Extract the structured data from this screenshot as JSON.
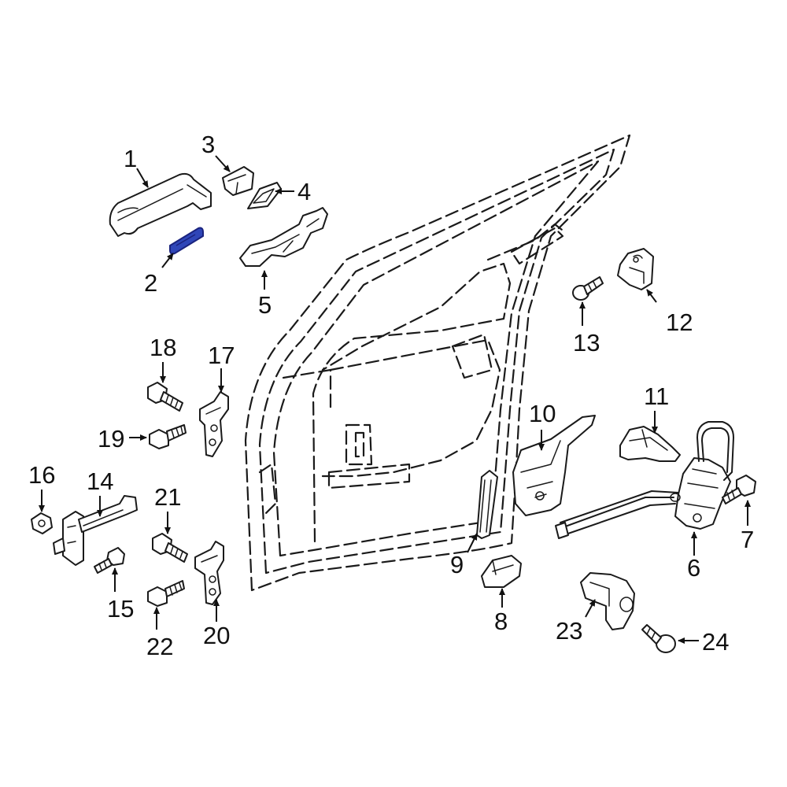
{
  "colors": {
    "line": "#1a1a1a",
    "highlight_fill": "#2f46b8",
    "highlight_stroke": "#1a237e",
    "background": "#ffffff"
  },
  "highlighted_part": "2",
  "callouts": {
    "c1": "1",
    "c2": "2",
    "c3": "3",
    "c4": "4",
    "c5": "5",
    "c6": "6",
    "c7": "7",
    "c8": "8",
    "c9": "9",
    "c10": "10",
    "c11": "11",
    "c12": "12",
    "c13": "13",
    "c14": "14",
    "c15": "15",
    "c16": "16",
    "c17": "17",
    "c18": "18",
    "c19": "19",
    "c20": "20",
    "c21": "21",
    "c22": "22",
    "c23": "23",
    "c24": "24"
  }
}
